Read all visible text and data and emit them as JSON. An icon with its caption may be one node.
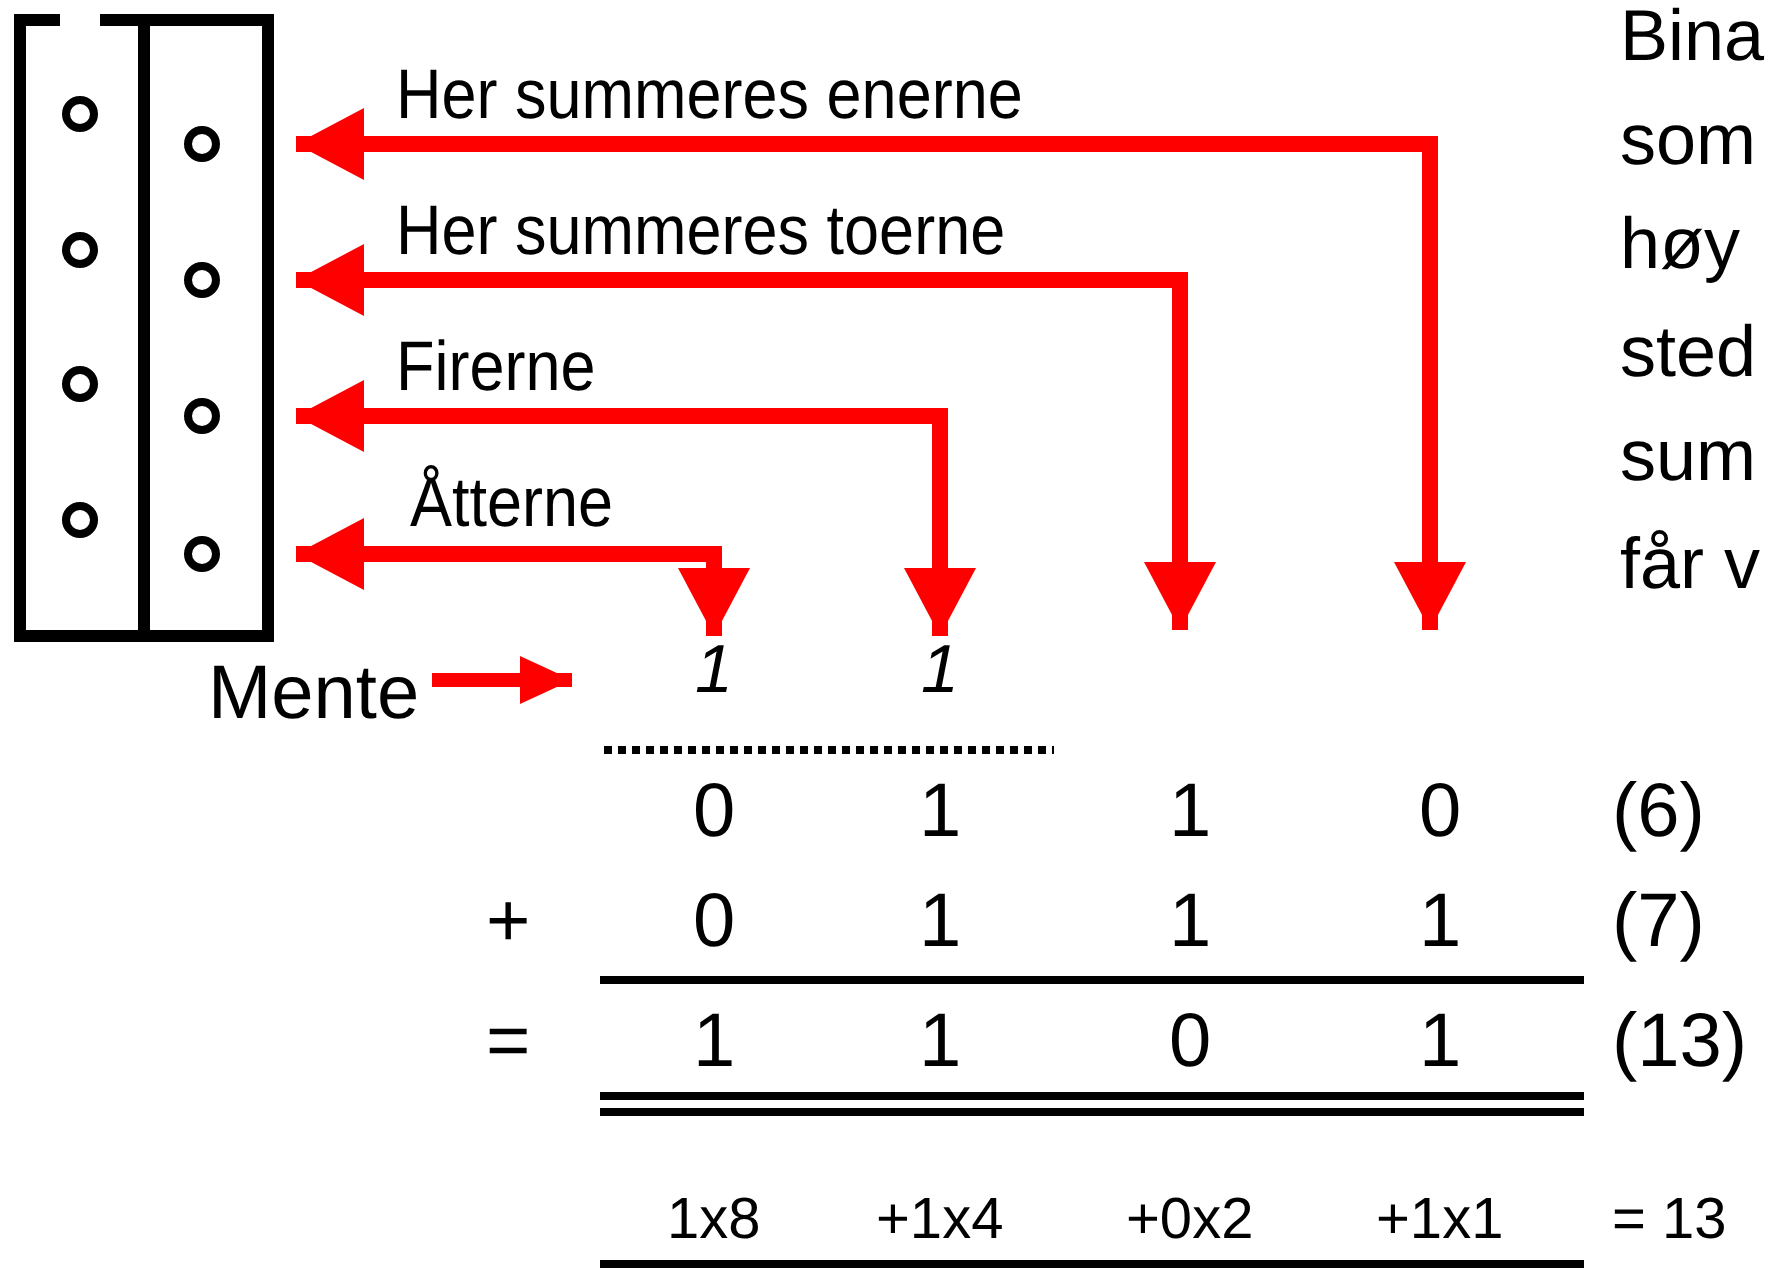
{
  "diagram": {
    "nodes": [
      {
        "text": [],
        "shape": "box"
      },
      {
        "text": [],
        "shape": "box"
      },
      {
        "text": [],
        "shape": "circle",
        "in": 0
      },
      {
        "text": [],
        "shape": "circle",
        "in": 0
      },
      {
        "text": [],
        "shape": "circle",
        "in": 0
      },
      {
        "text": [],
        "shape": "circle",
        "in": 0
      },
      {
        "text": [],
        "shape": "circle",
        "in": 1
      },
      {
        "text": [],
        "shape": "circle",
        "in": 1
      },
      {
        "text": [],
        "shape": "circle",
        "in": 1
      },
      {
        "text": [],
        "shape": "circle",
        "in": 1
      },
      {
        "text": [
          "Mente"
        ]
      },
      {
        "text": [
          "1"
        ]
      },
      {
        "text": [
          "1"
        ]
      }
    ],
    "edges": [
      {
        "from": null,
        "to": 6,
        "arrow": "both",
        "label": "Her summeres enerne"
      },
      {
        "from": null,
        "to": 7,
        "arrow": "both",
        "label": "Her summeres toerne"
      },
      {
        "from": 12,
        "to": 8,
        "arrow": "both",
        "label": "Firerne"
      },
      {
        "from": 11,
        "to": 9,
        "arrow": "both",
        "label": "Åtterne"
      },
      {
        "from": 10,
        "to": null,
        "arrow": "to"
      }
    ],
    "labels": [
      "Bina",
      "som",
      "høy",
      "sted",
      "sum",
      "får v",
      "0",
      "1",
      "1",
      "0",
      "(6)",
      "+",
      "0",
      "1",
      "1",
      "1",
      "(7)",
      "=",
      "1",
      "1",
      "0",
      "1",
      "(13)",
      "1x8",
      "+1x4",
      "+0x2",
      "+1x1",
      "= 13"
    ]
  }
}
